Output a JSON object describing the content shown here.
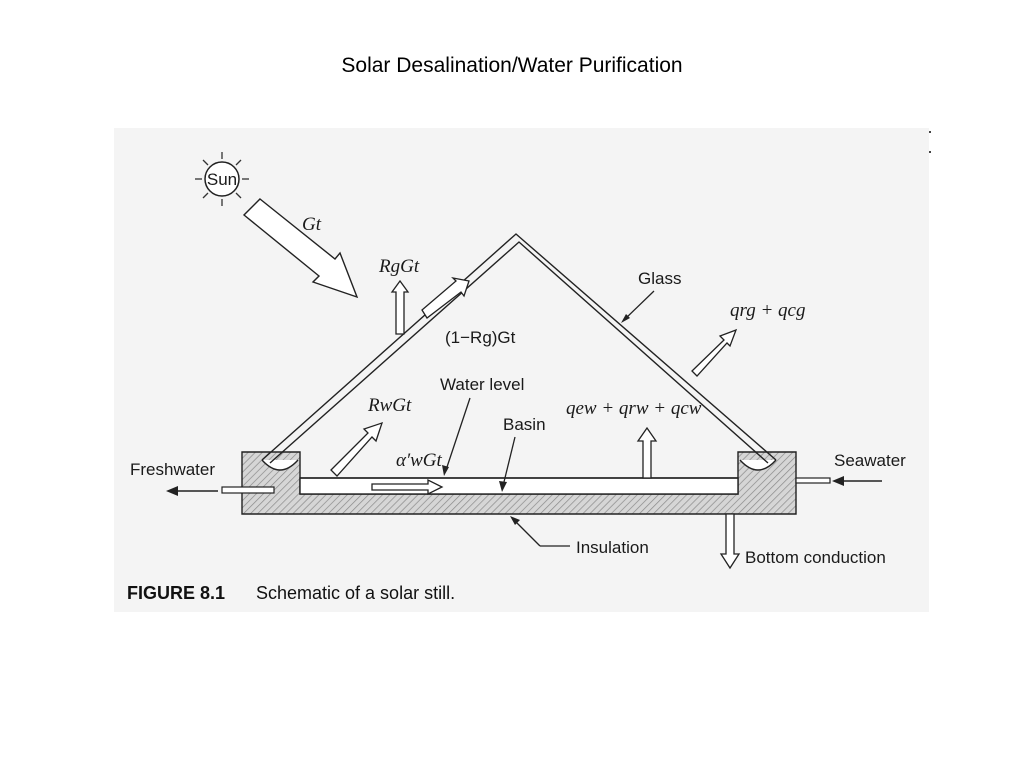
{
  "slide": {
    "title": "Solar Desalination/Water Purification"
  },
  "figure": {
    "sun_label": "Sun",
    "glass_label": "Glass",
    "water_level_label": "Water level",
    "basin_label": "Basin",
    "freshwater_label": "Freshwater",
    "seawater_label": "Seawater",
    "insulation_label": "Insulation",
    "bottom_conduction_label": "Bottom conduction",
    "gt_label": "Gt",
    "rg_gt_label": "RgGt",
    "transmitted_label": "(1−Rg)Gt",
    "rw_gt_label": "RwGt",
    "absorbed_label": "α′wGt",
    "glass_loss_label": "qrg + qcg",
    "water_loss_label": "qew + qrw + qcw",
    "caption_number": "FIGURE 8.1",
    "caption_text": "Schematic of a solar still."
  }
}
